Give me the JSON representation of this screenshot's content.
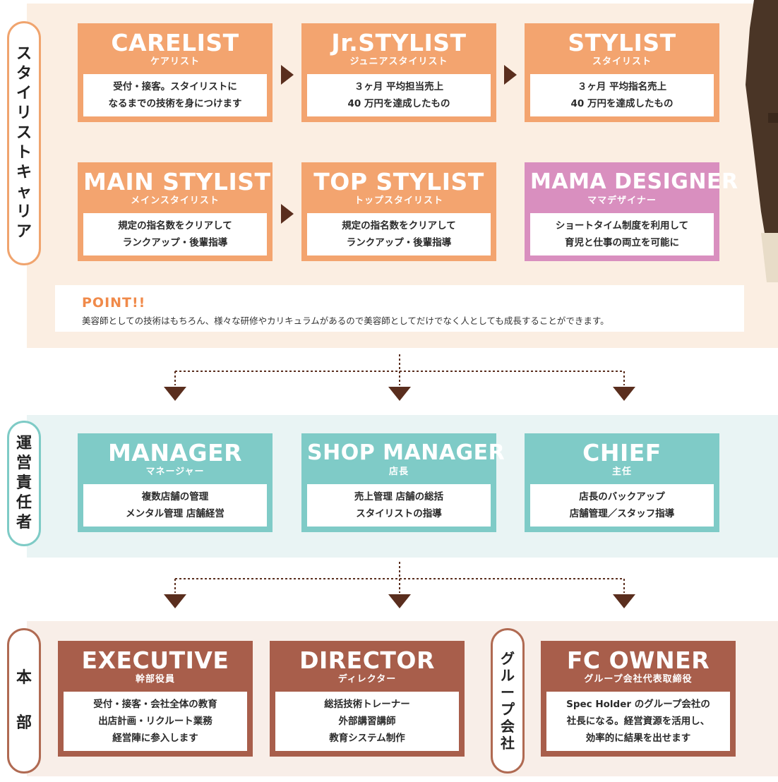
{
  "stylist_section": {
    "label": [
      "ス",
      "タ",
      "イ",
      "リ",
      "ス",
      "ト",
      "キ",
      "ャ",
      "リ",
      "ア"
    ],
    "cards": [
      {
        "title": "CARELIST",
        "subtitle": "ケアリスト",
        "desc": [
          "受付・接客。スタイリストに",
          "なるまでの技術を身につけます"
        ]
      },
      {
        "title": "Jr.STYLIST",
        "subtitle": "ジュニアスタイリスト",
        "desc": [
          "３ヶ月 平均担当売上",
          "40 万円を達成したもの"
        ]
      },
      {
        "title": "STYLIST",
        "subtitle": "スタイリスト",
        "desc": [
          "３ヶ月 平均指名売上",
          "40 万円を達成したもの"
        ]
      },
      {
        "title": "MAIN STYLIST",
        "subtitle": "メインスタイリスト",
        "desc": [
          "規定の指名数をクリアして",
          "ランクアップ・後輩指導"
        ]
      },
      {
        "title": "TOP STYLIST",
        "subtitle": "トップスタイリスト",
        "desc": [
          "規定の指名数をクリアして",
          "ランクアップ・後輩指導"
        ]
      },
      {
        "title": "MAMA DESIGNER",
        "subtitle": "ママデザイナー",
        "desc": [
          "ショートタイム制度を利用して",
          "育児と仕事の両立を可能に"
        ]
      }
    ],
    "point": {
      "title": "POINT!!",
      "text": "美容師としての技術はもちろん、様々な研修やカリキュラムがあるので美容師としてだけでなく人としても成長することができます。"
    }
  },
  "management_section": {
    "label": [
      "運",
      "営",
      "責",
      "任",
      "者"
    ],
    "cards": [
      {
        "title": "MANAGER",
        "subtitle": "マネージャー",
        "desc": [
          "複数店舗の管理",
          "メンタル管理 店舗経営"
        ]
      },
      {
        "title": "SHOP MANAGER",
        "subtitle": "店長",
        "desc": [
          "売上管理 店舗の総括",
          "スタイリストの指導"
        ]
      },
      {
        "title": "CHIEF",
        "subtitle": "主任",
        "desc": [
          "店長のバックアップ",
          "店舗管理／スタッフ指導"
        ]
      }
    ]
  },
  "hq_section": {
    "label": [
      "本",
      "部"
    ],
    "group_label": [
      "グ",
      "ル",
      "ー",
      "プ",
      "会",
      "社"
    ],
    "cards": [
      {
        "title": "EXECUTIVE",
        "subtitle": "幹部役員",
        "desc": [
          "受付・接客・会社全体の教育",
          "出店計画・リクルート業務",
          "経営陣に参入します"
        ]
      },
      {
        "title": "DIRECTOR",
        "subtitle": "ディレクター",
        "desc": [
          "総括技術トレーナー",
          "外部講習講師",
          "教育システム制作"
        ]
      },
      {
        "title": "FC OWNER",
        "subtitle": "グループ会社代表取締役",
        "desc": [
          "Spec Holder のグループ会社の",
          "社長になる。経営資源を活用し、",
          "効率的に結果を出せます"
        ]
      }
    ]
  },
  "colors": {
    "stylist": "#f3a46f",
    "mama": "#d98fbf",
    "management": "#7fcbc7",
    "hq": "#a85e4b",
    "arrow": "#5a2e1e",
    "point": "#f08a4a"
  }
}
